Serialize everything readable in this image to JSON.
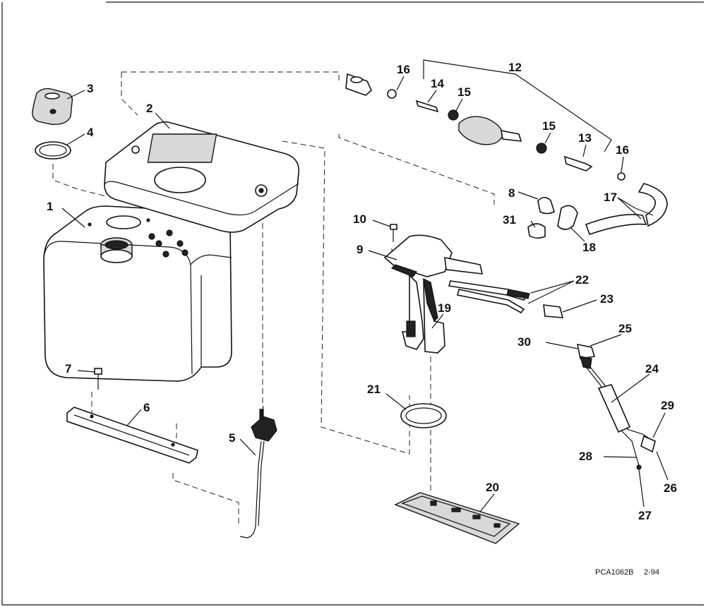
{
  "diagram": {
    "figure_code": "PCA1062B",
    "figure_date": "2-94",
    "callouts": [
      "1",
      "2",
      "3",
      "4",
      "5",
      "6",
      "7",
      "8",
      "9",
      "10",
      "12",
      "13",
      "14",
      "15",
      "15",
      "16",
      "16",
      "17",
      "18",
      "19",
      "20",
      "21",
      "22",
      "23",
      "24",
      "25",
      "26",
      "27",
      "28",
      "29",
      "30",
      "31"
    ]
  }
}
